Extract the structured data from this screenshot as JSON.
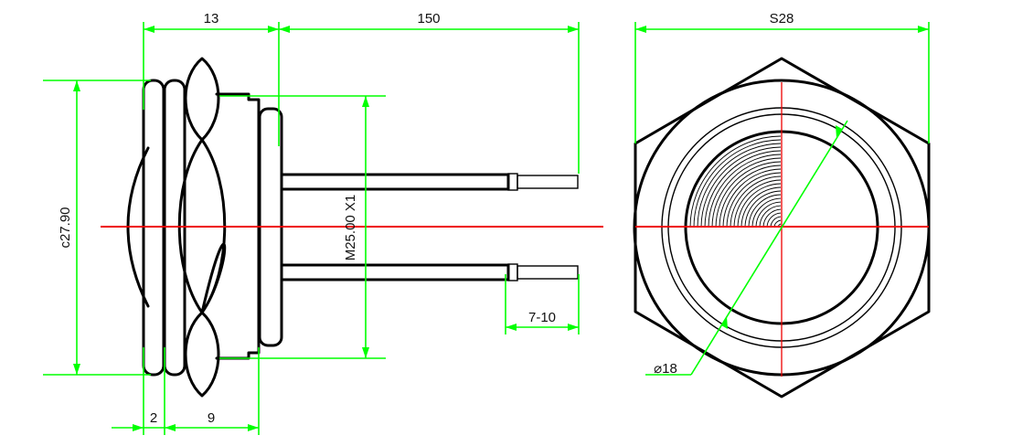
{
  "labels": {
    "width_13": "13",
    "length_150": "150",
    "hex_s28": "S28",
    "dia_c2790": "c27.90",
    "thread_m25": "M25.00 X1",
    "pin_7_10": "7-10",
    "dim_2": "2",
    "dim_9": "9",
    "dia_18": "⌀18"
  },
  "colors": {
    "outline": "#000000",
    "dimension": "#00ff00",
    "centerline": "#ee0000",
    "text": "#111111"
  }
}
